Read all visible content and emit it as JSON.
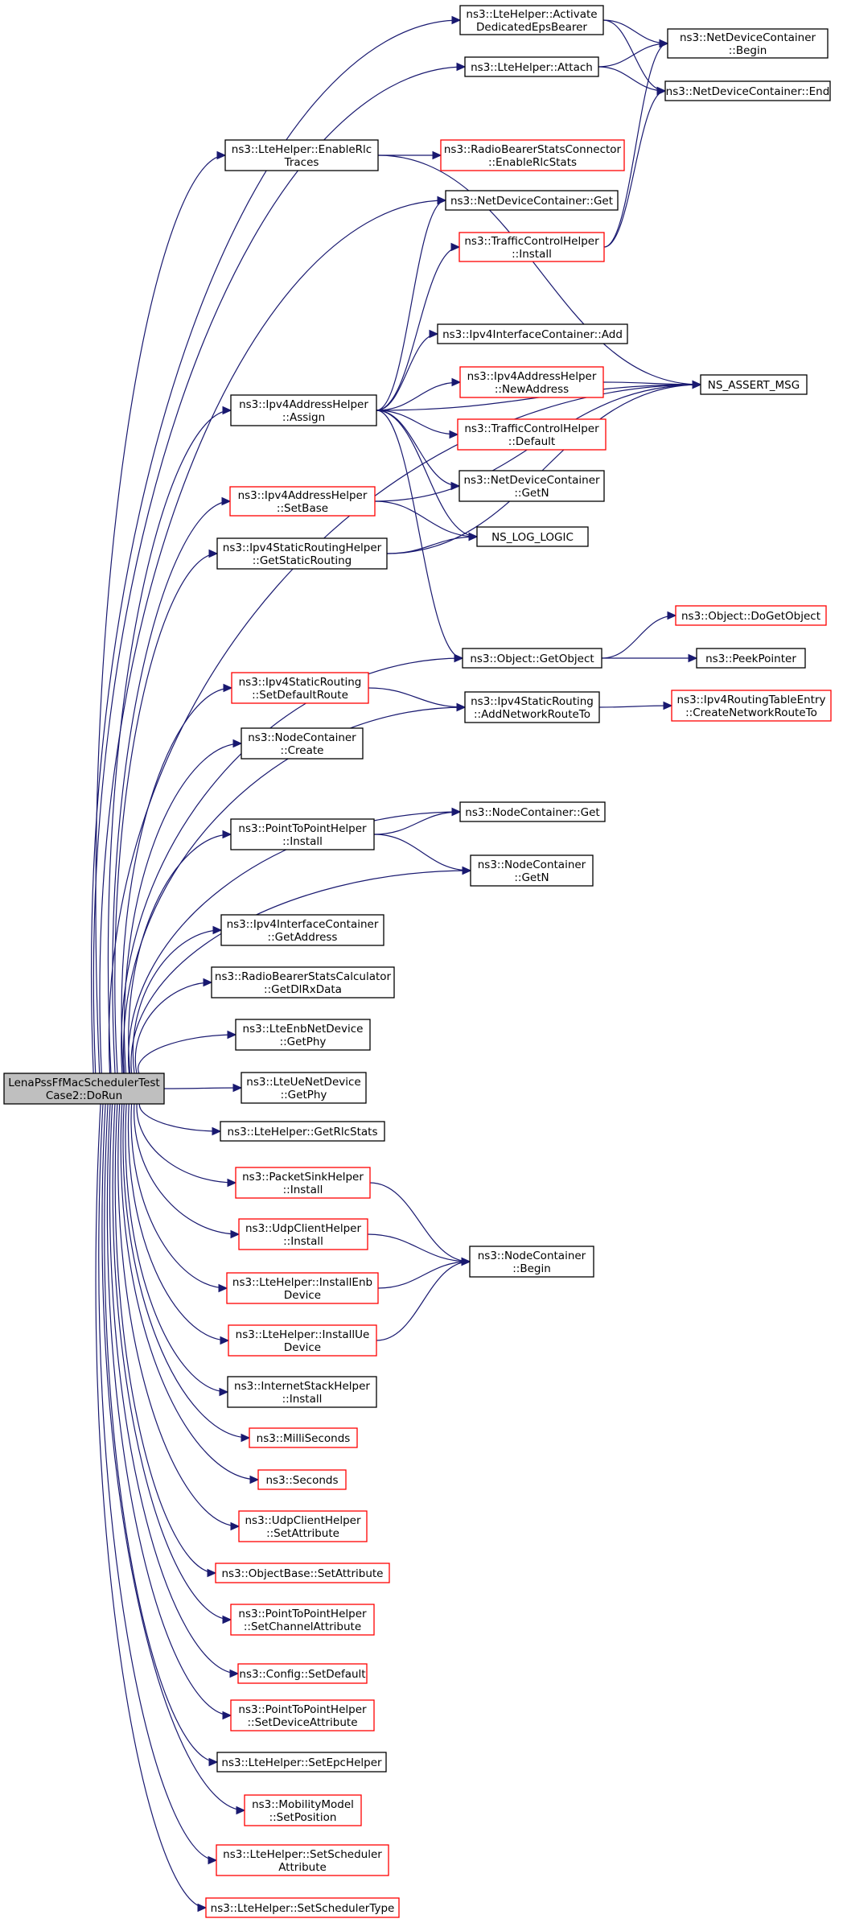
{
  "colors": {
    "edge": "#191970",
    "node_border_normal": "#000000",
    "node_border_red": "#ff0000",
    "root_fill": "#bfbfbf",
    "node_fill": "#ffffff"
  },
  "nodes": {
    "root": {
      "lines": [
        "LenaPssFfMacSchedulerTest",
        "Case2::DoRun"
      ],
      "style": "root"
    },
    "n1": {
      "lines": [
        "ns3::LteHelper::Activate",
        "DedicatedEpsBearer"
      ],
      "style": "black"
    },
    "n2": {
      "lines": [
        "ns3::LteHelper::Attach"
      ],
      "style": "black"
    },
    "n3": {
      "lines": [
        "ns3::NetDeviceContainer",
        "::Begin"
      ],
      "style": "black"
    },
    "n4": {
      "lines": [
        "ns3::NetDeviceContainer::End"
      ],
      "style": "black"
    },
    "n5": {
      "lines": [
        "ns3::LteHelper::EnableRlc",
        "Traces"
      ],
      "style": "black"
    },
    "n6": {
      "lines": [
        "ns3::RadioBearerStatsConnector",
        "::EnableRlcStats"
      ],
      "style": "red"
    },
    "n7": {
      "lines": [
        "ns3::NetDeviceContainer::Get"
      ],
      "style": "black"
    },
    "n8": {
      "lines": [
        "ns3::TrafficControlHelper",
        "::Install"
      ],
      "style": "red"
    },
    "n9": {
      "lines": [
        "ns3::Ipv4InterfaceContainer::Add"
      ],
      "style": "black"
    },
    "n10": {
      "lines": [
        "ns3::Ipv4AddressHelper",
        "::NewAddress"
      ],
      "style": "red"
    },
    "n11": {
      "lines": [
        "NS_ASSERT_MSG"
      ],
      "style": "black"
    },
    "n12": {
      "lines": [
        "ns3::Ipv4AddressHelper",
        "::Assign"
      ],
      "style": "black"
    },
    "n13": {
      "lines": [
        "ns3::TrafficControlHelper",
        "::Default"
      ],
      "style": "red"
    },
    "n14": {
      "lines": [
        "ns3::NetDeviceContainer",
        "::GetN"
      ],
      "style": "black"
    },
    "n15": {
      "lines": [
        "ns3::Ipv4AddressHelper",
        "::SetBase"
      ],
      "style": "red"
    },
    "n16": {
      "lines": [
        "NS_LOG_LOGIC"
      ],
      "style": "black"
    },
    "n17": {
      "lines": [
        "ns3::Ipv4StaticRoutingHelper",
        "::GetStaticRouting"
      ],
      "style": "black"
    },
    "n18": {
      "lines": [
        "ns3::Object::DoGetObject"
      ],
      "style": "red"
    },
    "n19": {
      "lines": [
        "ns3::Object::GetObject"
      ],
      "style": "black"
    },
    "n20": {
      "lines": [
        "ns3::PeekPointer"
      ],
      "style": "black"
    },
    "n21": {
      "lines": [
        "ns3::Ipv4StaticRouting",
        "::SetDefaultRoute"
      ],
      "style": "red"
    },
    "n22": {
      "lines": [
        "ns3::Ipv4StaticRouting",
        "::AddNetworkRouteTo"
      ],
      "style": "black"
    },
    "n23": {
      "lines": [
        "ns3::Ipv4RoutingTableEntry",
        "::CreateNetworkRouteTo"
      ],
      "style": "red"
    },
    "n24": {
      "lines": [
        "ns3::NodeContainer",
        "::Create"
      ],
      "style": "black"
    },
    "n25": {
      "lines": [
        "ns3::NodeContainer::Get"
      ],
      "style": "black"
    },
    "n26": {
      "lines": [
        "ns3::PointToPointHelper",
        "::Install"
      ],
      "style": "black"
    },
    "n27": {
      "lines": [
        "ns3::NodeContainer",
        "::GetN"
      ],
      "style": "black"
    },
    "n28": {
      "lines": [
        "ns3::Ipv4InterfaceContainer",
        "::GetAddress"
      ],
      "style": "black"
    },
    "n29": {
      "lines": [
        "ns3::RadioBearerStatsCalculator",
        "::GetDlRxData"
      ],
      "style": "black"
    },
    "n30": {
      "lines": [
        "ns3::LteEnbNetDevice",
        "::GetPhy"
      ],
      "style": "black"
    },
    "n31": {
      "lines": [
        "ns3::LteUeNetDevice",
        "::GetPhy"
      ],
      "style": "black"
    },
    "n32": {
      "lines": [
        "ns3::LteHelper::GetRlcStats"
      ],
      "style": "black"
    },
    "n33": {
      "lines": [
        "ns3::PacketSinkHelper",
        "::Install"
      ],
      "style": "red"
    },
    "n34": {
      "lines": [
        "ns3::UdpClientHelper",
        "::Install"
      ],
      "style": "red"
    },
    "n35": {
      "lines": [
        "ns3::NodeContainer",
        "::Begin"
      ],
      "style": "black"
    },
    "n36": {
      "lines": [
        "ns3::LteHelper::InstallEnb",
        "Device"
      ],
      "style": "red"
    },
    "n37": {
      "lines": [
        "ns3::LteHelper::InstallUe",
        "Device"
      ],
      "style": "red"
    },
    "n38": {
      "lines": [
        "ns3::InternetStackHelper",
        "::Install"
      ],
      "style": "black"
    },
    "n39": {
      "lines": [
        "ns3::MilliSeconds"
      ],
      "style": "red"
    },
    "n40": {
      "lines": [
        "ns3::Seconds"
      ],
      "style": "red"
    },
    "n41": {
      "lines": [
        "ns3::UdpClientHelper",
        "::SetAttribute"
      ],
      "style": "red"
    },
    "n42": {
      "lines": [
        "ns3::ObjectBase::SetAttribute"
      ],
      "style": "red"
    },
    "n43": {
      "lines": [
        "ns3::PointToPointHelper",
        "::SetChannelAttribute"
      ],
      "style": "red"
    },
    "n44": {
      "lines": [
        "ns3::Config::SetDefault"
      ],
      "style": "red"
    },
    "n45": {
      "lines": [
        "ns3::PointToPointHelper",
        "::SetDeviceAttribute"
      ],
      "style": "red"
    },
    "n46": {
      "lines": [
        "ns3::LteHelper::SetEpcHelper"
      ],
      "style": "black"
    },
    "n47": {
      "lines": [
        "ns3::MobilityModel",
        "::SetPosition"
      ],
      "style": "red"
    },
    "n48": {
      "lines": [
        "ns3::LteHelper::SetScheduler",
        "Attribute"
      ],
      "style": "red"
    },
    "n49": {
      "lines": [
        "ns3::LteHelper::SetSchedulerType"
      ],
      "style": "red"
    }
  },
  "edges": [
    [
      "root",
      "n1"
    ],
    [
      "root",
      "n2"
    ],
    [
      "root",
      "n5"
    ],
    [
      "root",
      "n7"
    ],
    [
      "root",
      "n11"
    ],
    [
      "root",
      "n12"
    ],
    [
      "root",
      "n15"
    ],
    [
      "root",
      "n17"
    ],
    [
      "root",
      "n19"
    ],
    [
      "root",
      "n21"
    ],
    [
      "root",
      "n22"
    ],
    [
      "root",
      "n24"
    ],
    [
      "root",
      "n25"
    ],
    [
      "root",
      "n26"
    ],
    [
      "root",
      "n27"
    ],
    [
      "root",
      "n28"
    ],
    [
      "root",
      "n29"
    ],
    [
      "root",
      "n30"
    ],
    [
      "root",
      "n31"
    ],
    [
      "root",
      "n32"
    ],
    [
      "root",
      "n33"
    ],
    [
      "root",
      "n34"
    ],
    [
      "root",
      "n36"
    ],
    [
      "root",
      "n37"
    ],
    [
      "root",
      "n38"
    ],
    [
      "root",
      "n39"
    ],
    [
      "root",
      "n40"
    ],
    [
      "root",
      "n41"
    ],
    [
      "root",
      "n42"
    ],
    [
      "root",
      "n43"
    ],
    [
      "root",
      "n44"
    ],
    [
      "root",
      "n45"
    ],
    [
      "root",
      "n46"
    ],
    [
      "root",
      "n47"
    ],
    [
      "root",
      "n48"
    ],
    [
      "root",
      "n49"
    ],
    [
      "n1",
      "n3"
    ],
    [
      "n1",
      "n4"
    ],
    [
      "n2",
      "n3"
    ],
    [
      "n2",
      "n4"
    ],
    [
      "n5",
      "n6"
    ],
    [
      "n5",
      "n11"
    ],
    [
      "n8",
      "n3"
    ],
    [
      "n8",
      "n4"
    ],
    [
      "n10",
      "n11"
    ],
    [
      "n12",
      "n7"
    ],
    [
      "n12",
      "n8"
    ],
    [
      "n12",
      "n9"
    ],
    [
      "n12",
      "n10"
    ],
    [
      "n12",
      "n11"
    ],
    [
      "n12",
      "n13"
    ],
    [
      "n12",
      "n14"
    ],
    [
      "n12",
      "n16"
    ],
    [
      "n12",
      "n19"
    ],
    [
      "n15",
      "n16"
    ],
    [
      "n15",
      "n11"
    ],
    [
      "n17",
      "n16"
    ],
    [
      "n17",
      "n11"
    ],
    [
      "n19",
      "n18"
    ],
    [
      "n19",
      "n20"
    ],
    [
      "n21",
      "n22"
    ],
    [
      "n22",
      "n23"
    ],
    [
      "n26",
      "n25"
    ],
    [
      "n26",
      "n27"
    ],
    [
      "n33",
      "n35"
    ],
    [
      "n34",
      "n35"
    ],
    [
      "n36",
      "n35"
    ],
    [
      "n37",
      "n35"
    ]
  ]
}
